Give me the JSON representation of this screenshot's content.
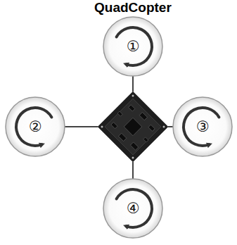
{
  "diagram": {
    "title": "QuadCopter",
    "nodes": [
      {
        "text": [
          "①"
        ]
      },
      {
        "text": [
          "②"
        ]
      },
      {
        "text": [
          "③"
        ]
      },
      {
        "text": [
          "④"
        ]
      }
    ]
  }
}
